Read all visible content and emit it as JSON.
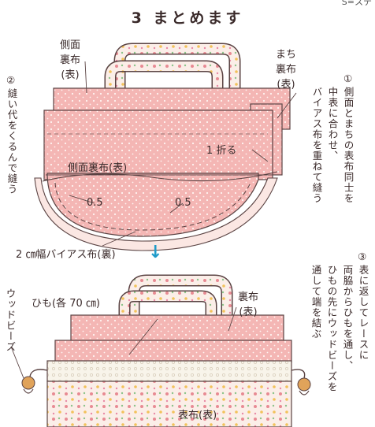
{
  "page": {
    "corner_text": "S=ステ",
    "title": "3 まとめます",
    "arrow_symbol": "↓"
  },
  "step1": {
    "side_lining_label": "側面\n裏布\n(表)",
    "gusset_lining_label": "まち\n裏布\n(表)",
    "side_lining_inner_label": "側面裏布(表)",
    "fold_label": "1 折る",
    "allowance_left": "0.5",
    "allowance_right": "0.5",
    "bias_label": "2 ㎝幅バイアス布(裏)",
    "note1_number": "①",
    "note1_lines": [
      "側面とまちの表布同士を",
      "中表に合わせ、",
      "バイアス布を重ねて縫う"
    ],
    "note2_number": "②",
    "note2_text": "縫い代をくるんで縫う"
  },
  "step2": {
    "beads_label": "ウッドビーズ",
    "cord_label": "ひも(各 70 ㎝)",
    "lining_label": "裏布\n(表)",
    "outer_label": "表布(表)",
    "note3_number": "③",
    "note3_lines": [
      "表に返してレースに",
      "両脇からひもを通し、",
      "ひもの先にウッドビーズを",
      "通して端を結ぶ"
    ]
  },
  "colors": {
    "pink_fabric": "#f4b6b4",
    "pink_dark": "#d9888a",
    "cream": "#f7f1e3",
    "arrow_blue": "#1f9bc9",
    "bead": "#e0a35a",
    "outline": "#5a4343"
  }
}
